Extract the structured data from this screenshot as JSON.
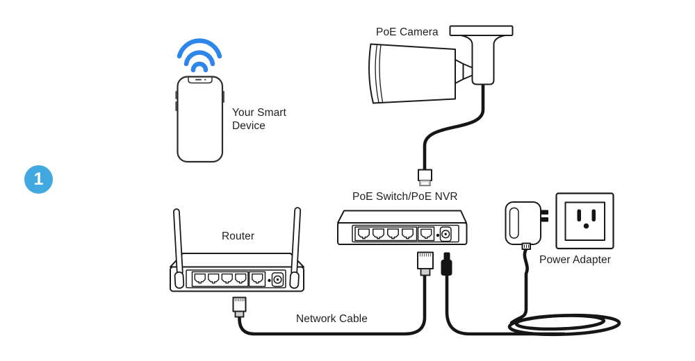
{
  "diagram": {
    "step_badge": "1",
    "labels": {
      "smart_device": "Your Smart Device",
      "camera": "PoE Camera",
      "switch_nvr": "PoE Switch/PoE NVR",
      "router": "Router",
      "network_cable": "Network Cable",
      "power_adapter": "Power Adapter"
    },
    "icons": [
      "wifi-icon",
      "smartphone-icon",
      "poe-camera-icon",
      "rj45-plug-icon",
      "poe-switch-icon",
      "dc-barrel-plug-icon",
      "router-icon",
      "power-adapter-icon",
      "wall-outlet-icon",
      "cable-coil-icon"
    ],
    "colors": {
      "step_badge_blue": "#41a8e0",
      "wifi_blue": "#2e86ec",
      "line_black": "#1a1a1a",
      "background": "#ffffff"
    }
  }
}
